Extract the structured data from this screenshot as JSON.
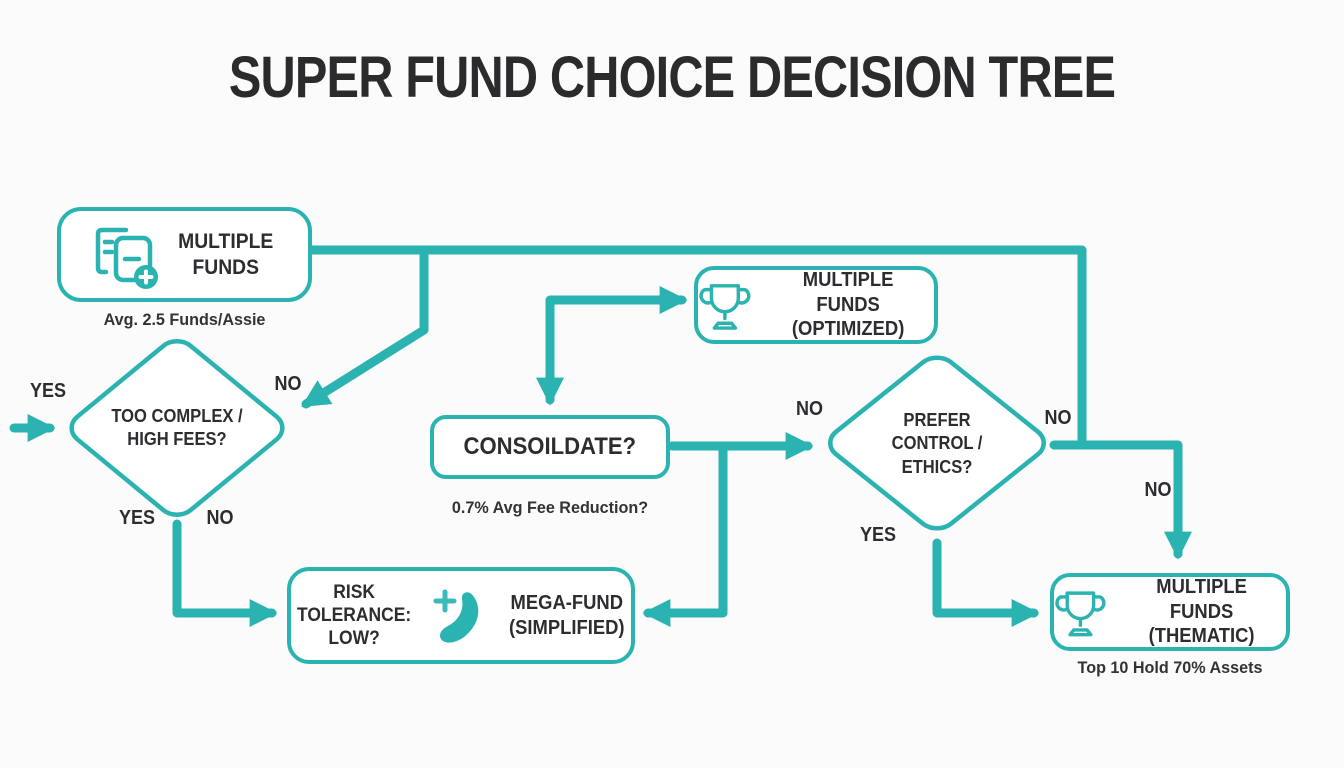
{
  "title": "SUPER FUND CHOICE DECISION TREE",
  "colors": {
    "teal": "#2ab3b0",
    "ink": "#2d2d31",
    "background": "#fbfbfc",
    "node_fill": "#ffffff"
  },
  "nodes": {
    "multiple_funds": {
      "label": "MULTIPLE\nFUNDS",
      "caption": "Avg. 2.5 Funds/Assie",
      "icon": "documents-plus-icon"
    },
    "too_complex": {
      "label": "TOO COMPLEX /\nHIGH FEES?"
    },
    "consolidate": {
      "label": "CONSOILDATE?",
      "caption": "0.7% Avg Fee Reduction?"
    },
    "optimized": {
      "label": "MULTIPLE FUNDS\n(OPTIMIZED)",
      "icon": "trophy-icon"
    },
    "prefer_control": {
      "label": "PREFER\nCONTROL /\nETHICS?"
    },
    "mega_fund": {
      "question": "RISK\nTOLERANCE:\nLOW?",
      "label": "MEGA-FUND\n(SIMPLIFIED)",
      "icon": "plus-swoosh-icon"
    },
    "thematic": {
      "label": "MULTIPLE FUNDS\n(THEMATIC)",
      "caption": "Top 10 Hold 70% Assets",
      "icon": "trophy-icon"
    }
  },
  "edge_labels": {
    "entry_yes": "YES",
    "complex_no_top": "NO",
    "complex_yes_bottom": "YES",
    "complex_no_bottom": "NO",
    "prefer_no_left": "NO",
    "prefer_no_right": "NO",
    "prefer_yes_bottom": "YES",
    "thematic_branch_no": "NO"
  }
}
